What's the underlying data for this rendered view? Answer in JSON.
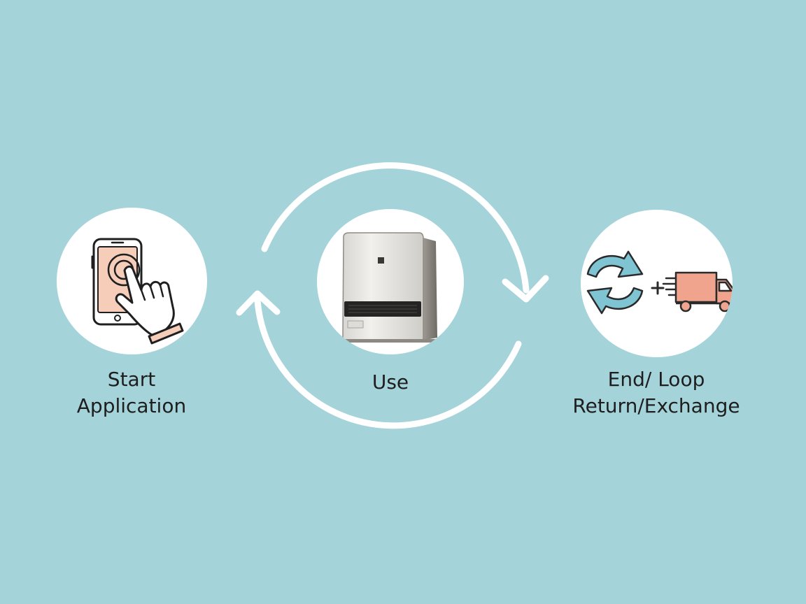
{
  "diagram": {
    "background_color": "#a4d3d9",
    "stages": [
      {
        "id": "start",
        "lines": [
          "Start",
          "Application"
        ],
        "icon": "hand-tapping-phone-icon",
        "accent_color": "#f5cdb9"
      },
      {
        "id": "use",
        "lines": [
          "Use"
        ],
        "icon": "space-heater-device-icon",
        "accent_color": "#e7e6e3"
      },
      {
        "id": "end",
        "lines": [
          "End/ Loop",
          "Return/Exchange"
        ],
        "icons": [
          "refresh-cycle-icon",
          "plus-icon",
          "delivery-truck-icon"
        ],
        "accent_colors": [
          "#7fc4d3",
          "#f0a48d"
        ]
      }
    ],
    "cycle": {
      "arrows": [
        "cycle-arrow-top",
        "cycle-arrow-bottom"
      ],
      "color": "#ffffff"
    }
  }
}
